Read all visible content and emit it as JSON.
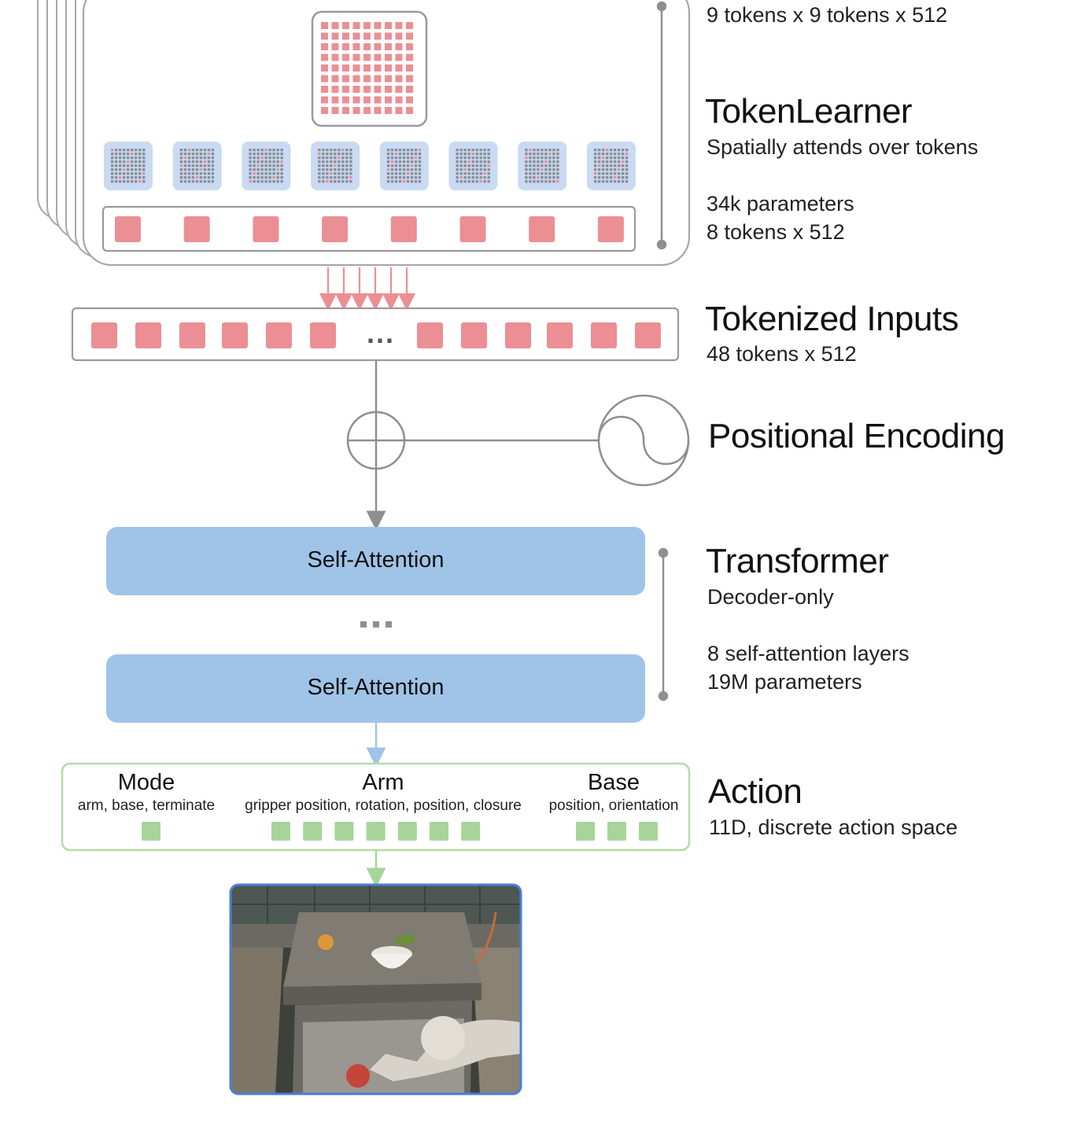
{
  "tokenlearner": {
    "input_shape": "9 tokens x 9 tokens x 512",
    "title": "TokenLearner",
    "subtitle": "Spatially attends over tokens",
    "params": "34k parameters",
    "output_shape": "8 tokens x 512",
    "learned_token_count": 8
  },
  "tokenized_inputs": {
    "title": "Tokenized Inputs",
    "shape": "48 tokens x 512",
    "ellipsis": "..."
  },
  "positional_encoding": {
    "title": "Positional Encoding"
  },
  "transformer": {
    "title": "Transformer",
    "subtitle": "Decoder-only",
    "layers": "8 self-attention layers",
    "params": "19M parameters",
    "block_top": "Self-Attention",
    "block_bottom": "Self-Attention",
    "ellipsis": "..."
  },
  "action": {
    "title": "Action",
    "subtitle": "11D, discrete action space",
    "mode": {
      "label": "Mode",
      "detail": "arm, base, terminate",
      "dims": 1
    },
    "arm": {
      "label": "Arm",
      "detail": "gripper position, rotation, position, closure",
      "dims": 7
    },
    "base": {
      "label": "Base",
      "detail": "position, orientation",
      "dims": 3
    }
  },
  "colors": {
    "token_red": "#eb8f94",
    "attention_blue": "#a0c4e8",
    "action_green": "#a8d49a",
    "action_border": "#b4dca6",
    "line_gray": "#8f8f8f"
  }
}
